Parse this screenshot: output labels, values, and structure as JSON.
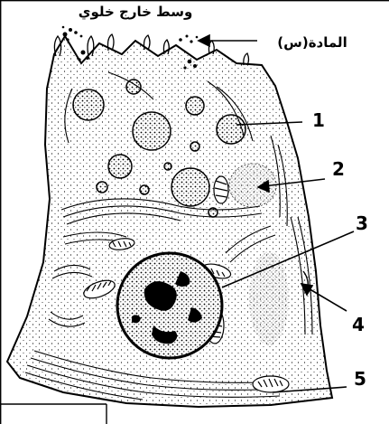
{
  "labels": {
    "extracellular": "وسط خارج خلوي",
    "substance": "المادة(س)",
    "n1": "1",
    "n2": "2",
    "n3": "3",
    "n4": "4",
    "n5": "5"
  },
  "colors": {
    "ink": "#000000",
    "paper": "#ffffff"
  }
}
